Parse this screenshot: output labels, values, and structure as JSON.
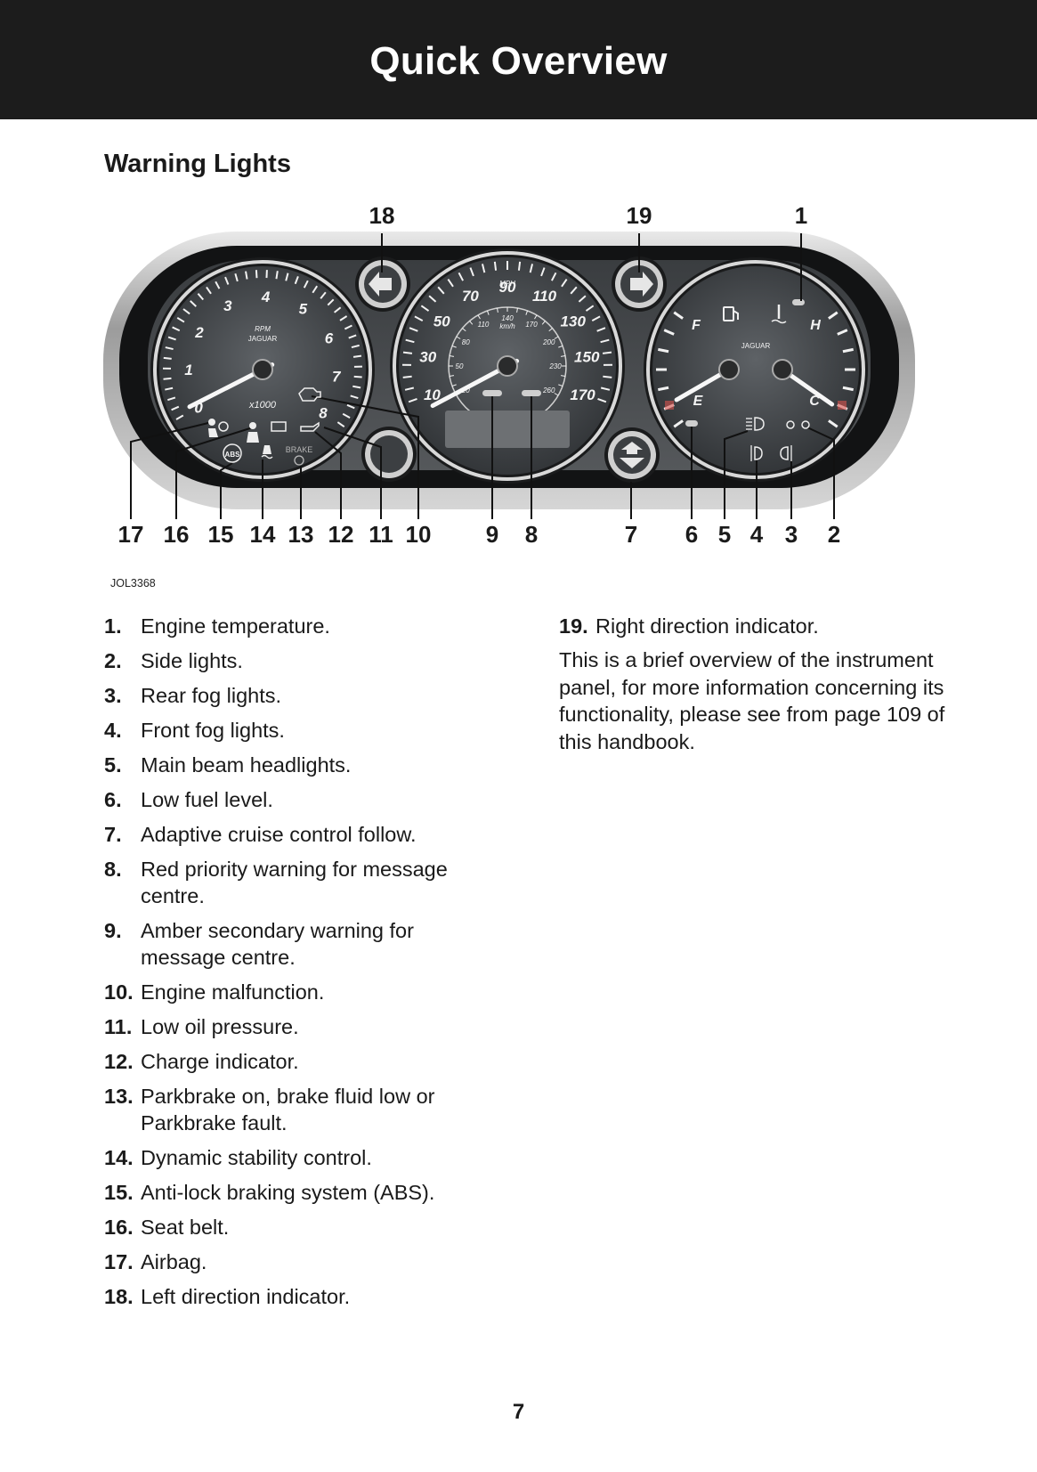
{
  "header": {
    "title": "Quick Overview"
  },
  "section_title": "Warning Lights",
  "diagram": {
    "figure_ref": "JOL3368",
    "top_callouts": [
      "18",
      "19",
      "1"
    ],
    "bottom_callouts": [
      "17",
      "16",
      "15",
      "14",
      "13",
      "12",
      "11",
      "10",
      "9",
      "8",
      "7",
      "6",
      "5",
      "4",
      "3",
      "2"
    ],
    "tacho_labels": [
      "0",
      "1",
      "2",
      "3",
      "4",
      "5",
      "6",
      "7",
      "8"
    ],
    "tacho_text": {
      "rpm": "RPM",
      "brand": "JAGUAR",
      "multiplier": "x1000"
    },
    "speedo_mph": [
      "10",
      "30",
      "50",
      "70",
      "90",
      "110",
      "130",
      "150",
      "170"
    ],
    "speedo_kmh": [
      "20",
      "50",
      "80",
      "110",
      "140",
      "170",
      "200",
      "230",
      "260"
    ],
    "speedo_text": {
      "mph": "MPH",
      "kmh": "km/h"
    },
    "gauge_text": {
      "full": "F",
      "empty": "E",
      "hot": "H",
      "cold": "C",
      "brand": "JAGUAR"
    },
    "telltale_text": {
      "abs": "ABS",
      "brake": "BRAKE"
    },
    "icons": [
      "left-arrow-icon",
      "right-arrow-icon",
      "cruise-follow-icon",
      "fuel-pump-icon",
      "coolant-temperature-icon",
      "airbag-icon",
      "seatbelt-icon",
      "abs-icon",
      "stability-control-icon",
      "brake-icon",
      "battery-icon",
      "oil-can-icon",
      "engine-icon",
      "main-beam-icon",
      "front-fog-icon",
      "rear-fog-icon",
      "side-lights-icon"
    ]
  },
  "items_left": [
    {
      "num": "1.",
      "text": "Engine temperature."
    },
    {
      "num": "2.",
      "text": "Side lights."
    },
    {
      "num": "3.",
      "text": "Rear fog lights."
    },
    {
      "num": "4.",
      "text": "Front fog lights."
    },
    {
      "num": "5.",
      "text": "Main beam headlights."
    },
    {
      "num": "6.",
      "text": "Low fuel level."
    },
    {
      "num": "7.",
      "text": "Adaptive cruise control follow."
    },
    {
      "num": "8.",
      "text": "Red priority warning for message centre."
    },
    {
      "num": "9.",
      "text": "Amber secondary warning for message centre."
    },
    {
      "num": "10.",
      "text": "Engine malfunction."
    },
    {
      "num": "11.",
      "text": "Low oil pressure."
    },
    {
      "num": "12.",
      "text": "Charge indicator."
    },
    {
      "num": "13.",
      "text": "Parkbrake on, brake fluid low or Parkbrake fault."
    },
    {
      "num": "14.",
      "text": "Dynamic stability control."
    },
    {
      "num": "15.",
      "text": "Anti-lock braking system (ABS)."
    },
    {
      "num": "16.",
      "text": "Seat belt."
    },
    {
      "num": "17.",
      "text": "Airbag."
    },
    {
      "num": "18.",
      "text": "Left direction indicator."
    }
  ],
  "items_right": [
    {
      "num": "19.",
      "text": "Right direction indicator."
    }
  ],
  "note": "This is a brief overview of the instrument panel, for more information concerning its functionality, please see from page 109 of this handbook.",
  "page_number": "7"
}
